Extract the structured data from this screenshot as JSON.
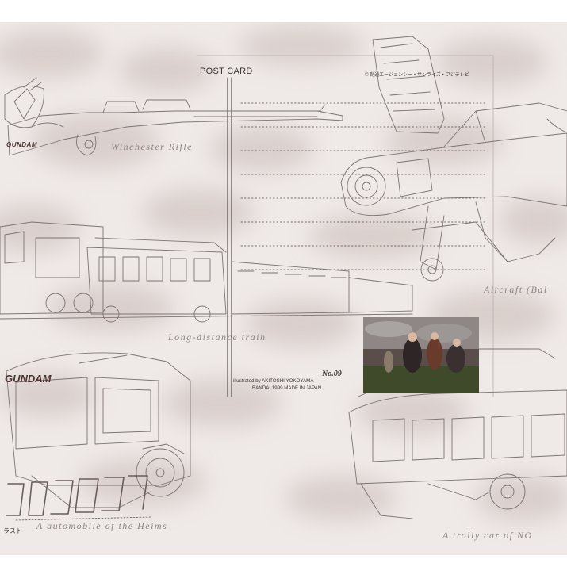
{
  "postcard": {
    "title": "POST CARD",
    "copyright": "© 創通エージェンシー・サンライズ・フジテレビ",
    "card_number": "No.09",
    "illustrator": "illustrated by AKITOSHI YOKOYAMA",
    "made_in": "BANDAI 1999 MADE IN JAPAN"
  },
  "captions": {
    "rifle": "Winchester  Rifle",
    "aircraft": "Aircraft  (Bal",
    "train": "Long-distance  train",
    "automobile": "A  automobile  of  the  Heims",
    "trolley": "A  trolly  car  of  NO"
  },
  "logos": {
    "top": "GUNDAM",
    "middle": "GUNDAM",
    "bottom_fragment": "ラスト"
  },
  "colors": {
    "paper": "#efe9e7",
    "line_art": "#7d7473",
    "text": "#3a3434"
  }
}
